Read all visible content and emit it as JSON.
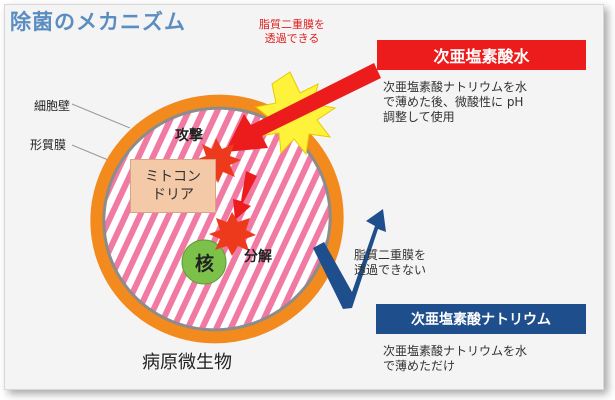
{
  "title": "除菌のメカニズム",
  "labels": {
    "cell_wall": "細胞壁",
    "membrane": "形質膜",
    "attack": "攻撃",
    "decompose": "分解",
    "nucleus": "核",
    "mitochondria_line1": "ミトコン",
    "mitochondria_line2": "ドリア",
    "pathogen": "病原微生物"
  },
  "red_note": {
    "line1": "脂質二重膜を",
    "line2": "透過できる"
  },
  "hypochlorous": {
    "title": "次亜塩素酸水",
    "desc_line1": "次亜塩素酸ナトリウムを水",
    "desc_line2": "で薄めた後、微酸性に pH",
    "desc_line3": "調整して使用"
  },
  "blue_note": {
    "line1": "脂質二重膜を",
    "line2": "透過できない"
  },
  "sodium": {
    "title": "次亜塩素酸ナトリウム",
    "desc_line1": "次亜塩素酸ナトリウムを水",
    "desc_line2": "で薄めただけ"
  },
  "colors": {
    "title_blue": "#5a8dc0",
    "wall_orange": "#f28a1e",
    "stripe_pink": "#f07aa3",
    "nucleus_green": "#7cc24a",
    "arrow_red": "#ec1c1c",
    "arrow_blue": "#1f4e8c",
    "burst_yellow": "#fff23a"
  }
}
